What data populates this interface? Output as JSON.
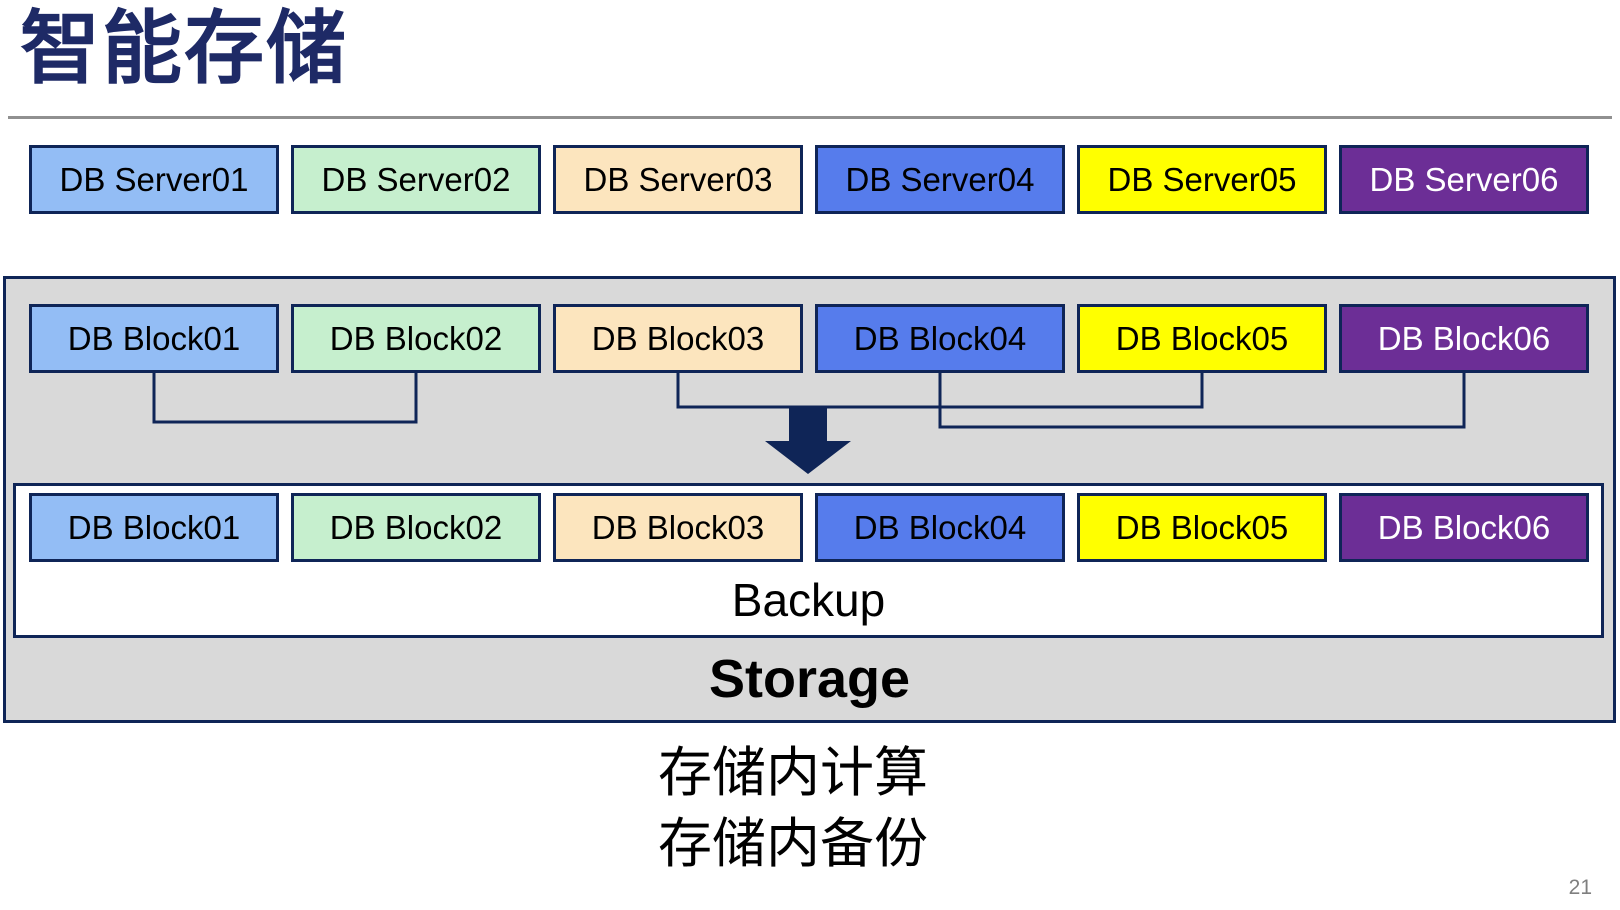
{
  "title": "智能存储",
  "page_number": "21",
  "backup_label": "Backup",
  "storage_label": "Storage",
  "captions": {
    "line1": "存储内计算",
    "line2": "存储内备份"
  },
  "colors": {
    "border_navy": "#0F2557",
    "title_navy": "#1E2A66",
    "container_gray": "#D9D9D9",
    "divider_gray": "#909090",
    "arrow_navy": "#0F2557",
    "page_number_gray": "#7F7F7F"
  },
  "server_row": [
    {
      "label": "DB Server01",
      "fill": "#93BDF5",
      "text_color": "#000000"
    },
    {
      "label": "DB Server02",
      "fill": "#C6EFCE",
      "text_color": "#000000"
    },
    {
      "label": "DB Server03",
      "fill": "#FCE5BE",
      "text_color": "#000000"
    },
    {
      "label": "DB Server04",
      "fill": "#567CEC",
      "text_color": "#000000"
    },
    {
      "label": "DB Server05",
      "fill": "#FFFF00",
      "text_color": "#000000"
    },
    {
      "label": "DB Server06",
      "fill": "#6C2E96",
      "text_color": "#FFFFFF"
    }
  ],
  "block_row_top": [
    {
      "label": "DB Block01",
      "fill": "#93BDF5",
      "text_color": "#000000"
    },
    {
      "label": "DB Block02",
      "fill": "#C6EFCE",
      "text_color": "#000000"
    },
    {
      "label": "DB Block03",
      "fill": "#FCE5BE",
      "text_color": "#000000"
    },
    {
      "label": "DB Block04",
      "fill": "#567CEC",
      "text_color": "#000000"
    },
    {
      "label": "DB Block05",
      "fill": "#FFFF00",
      "text_color": "#000000"
    },
    {
      "label": "DB Block06",
      "fill": "#6C2E96",
      "text_color": "#FFFFFF"
    }
  ],
  "block_row_bottom": [
    {
      "label": "DB Block01",
      "fill": "#93BDF5",
      "text_color": "#000000"
    },
    {
      "label": "DB Block02",
      "fill": "#C6EFCE",
      "text_color": "#000000"
    },
    {
      "label": "DB Block03",
      "fill": "#FCE5BE",
      "text_color": "#000000"
    },
    {
      "label": "DB Block04",
      "fill": "#567CEC",
      "text_color": "#000000"
    },
    {
      "label": "DB Block05",
      "fill": "#FFFF00",
      "text_color": "#000000"
    },
    {
      "label": "DB Block06",
      "fill": "#6C2E96",
      "text_color": "#FFFFFF"
    }
  ]
}
